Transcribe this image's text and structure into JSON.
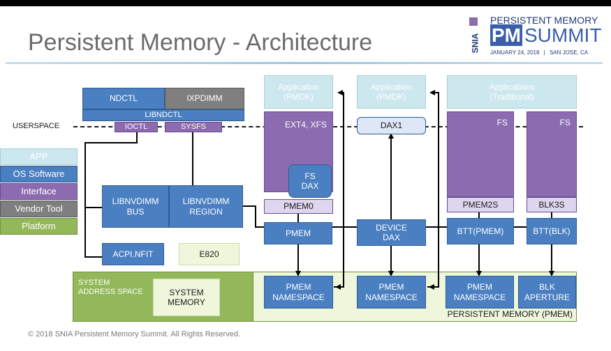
{
  "title": "Persistent Memory - Architecture",
  "logo": {
    "org": "SNIA",
    "line1": "PERSISTENT MEMORY",
    "line2_pm": "PM",
    "line2_rest": "SUMMIT",
    "date": "JANUARY 24, 2018",
    "sep": "|",
    "location": "SAN JOSE, CA"
  },
  "colors": {
    "blue": "#4a7fc1",
    "purple": "#8c6bb0",
    "teal": "#cde7ee",
    "green": "#93b85a",
    "gray": "#7f7f7f",
    "title_gray": "#6b6b6b"
  },
  "legend": [
    "APP",
    "OS Software",
    "Interface",
    "Vendor Tool",
    "Platform"
  ],
  "userspace": "USERSPACE",
  "boxes": {
    "ndctl": "NDCTL",
    "ixpdimm": "IXPDIMM",
    "libndctl": "LIBNDCTL",
    "ioctl": "IOCTL",
    "sysfs": "SYSFS",
    "libnvdimm_bus": "LIBNVDIMM BUS",
    "libnvdimm_region": "LIBNVDIMM REGION",
    "acpi_nfit": "ACPI.NFIT",
    "e820": "E820",
    "app_pmdk_1": "Application (PMDK)",
    "app_pmdk_2": "Application (PMDK)",
    "apps_traditional": "Applications (Traditional)",
    "ext4_xfs": "EXT4, XFS",
    "fs_dax": "FS DAX",
    "pmem0": "PMEM0",
    "dax1": "DAX1",
    "fs_1": "FS",
    "fs_2": "FS",
    "pmem2s": "PMEM2S",
    "blk3s": "BLK3S",
    "pmem": "PMEM",
    "device_dax": "DEVICE DAX",
    "btt_pmem": "BTT(PMEM)",
    "btt_blk": "BTT(BLK)",
    "system_address_space": "SYSTEM ADDRESS SPACE",
    "system_memory": "SYSTEM MEMORY",
    "pmem_namespace_1": "PMEM NAMESPACE",
    "pmem_namespace_2": "PMEM NAMESPACE",
    "pmem_namespace_3": "PMEM NAMESPACE",
    "blk_aperture": "BLK APERTURE",
    "persistent_memory": "PERSISTENT MEMORY (PMEM)"
  },
  "footer": "© 2018 SNIA Persistent Memory Summit. All Rights Reserved."
}
